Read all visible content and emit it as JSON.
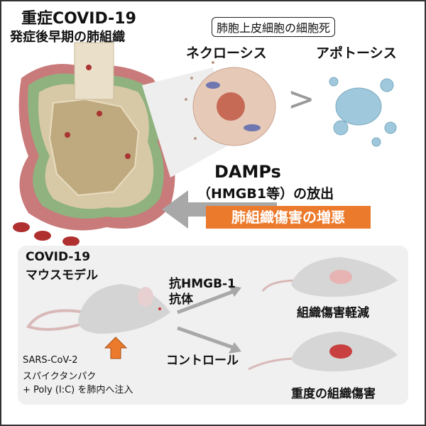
{
  "lung": {
    "title_line1": "重症COVID-19",
    "title_line2": "発症後早期の肺組織"
  },
  "cell_death": {
    "label": "肺胞上皮細胞の細胞死",
    "necrosis": "ネクローシス",
    "comparison": ">",
    "apoptosis": "アポトーシス"
  },
  "damps": {
    "line1": "DAMPs",
    "line2": "（HMGB1等）の放出"
  },
  "outcome": {
    "label": "肺組織傷害の増悪"
  },
  "model": {
    "title_line1": "COVID-19",
    "title_line2": "マウスモデル",
    "injection_line1": "SARS-CoV-2",
    "injection_line2": "スパイクタンパク",
    "injection_line3": "+ Poly (I:C) を肺内へ注入",
    "treatment_line1": "抗HMGB-1",
    "treatment_line2": "抗体",
    "treatment_result": "組織傷害軽減",
    "control": "コントロール",
    "control_result": "重度の組織傷害"
  },
  "colors": {
    "orange": "#ec7a2c",
    "panel": "#f0f0f0",
    "arrow": "#a8a8a8"
  }
}
